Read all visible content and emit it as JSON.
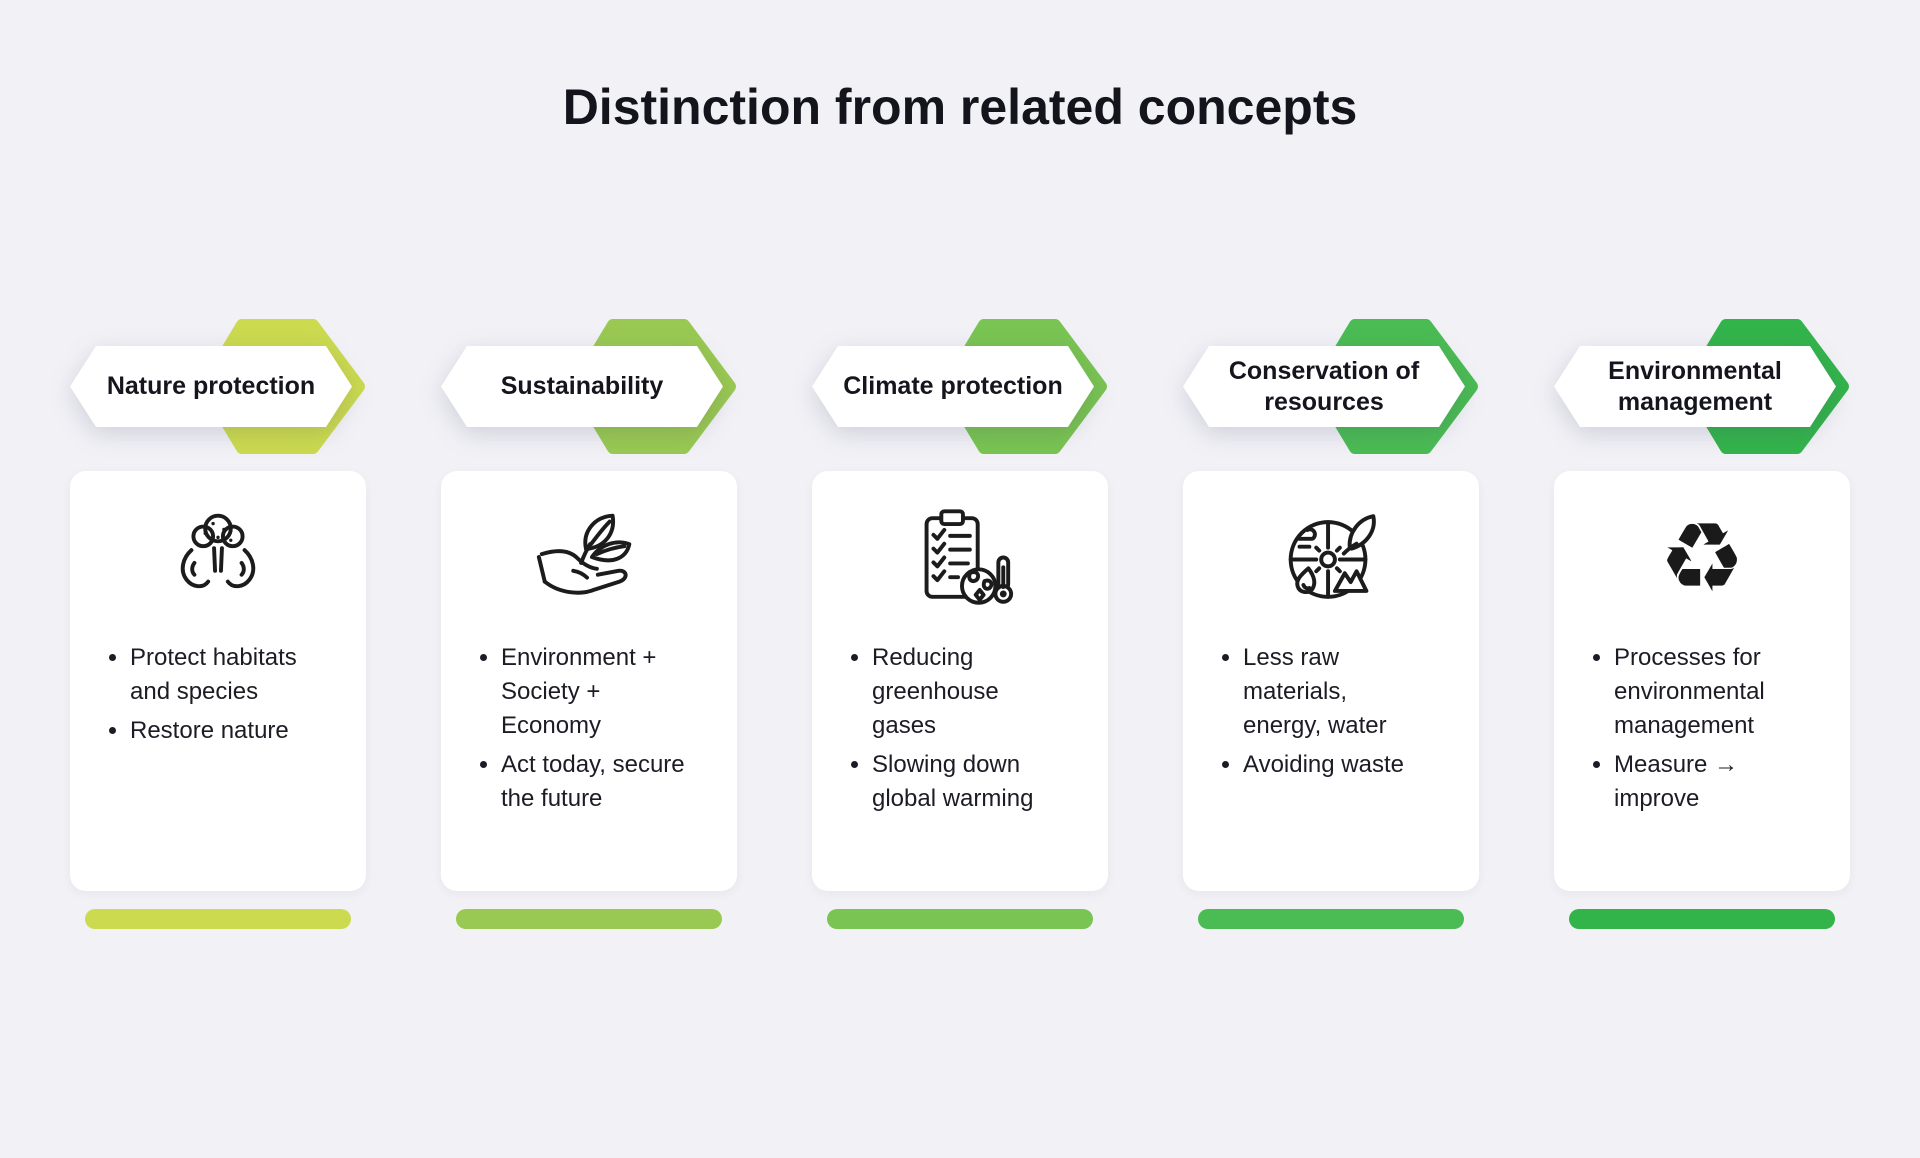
{
  "page": {
    "title": "Distinction from related concepts"
  },
  "columns": [
    {
      "title": "Nature protection",
      "accent": "#cbda4f",
      "icon": "hands-holding-tree",
      "bullets": [
        "Protect habitats and species",
        "Restore nature"
      ]
    },
    {
      "title": "Sustainability",
      "accent": "#99c952",
      "icon": "hand-holding-sprout",
      "bullets": [
        "Environment + Society + Economy",
        "Act today, secure the future"
      ]
    },
    {
      "title": "Climate protection",
      "accent": "#79c452",
      "icon": "climate-checklist-globe",
      "bullets": [
        "Reducing greenhouse gases",
        "Slowing down global warming"
      ]
    },
    {
      "title": "Conservation of resources",
      "accent": "#4abc53",
      "icon": "resources-wheel",
      "bullets": [
        "Less raw materials, energy, water",
        "Avoiding waste"
      ]
    },
    {
      "title": "Environmental management",
      "accent": "#33b44b",
      "icon": "recycling-symbol",
      "glyph": "♻",
      "bullets": [
        "Processes for environmental management",
        "Measure → improve"
      ]
    }
  ]
}
